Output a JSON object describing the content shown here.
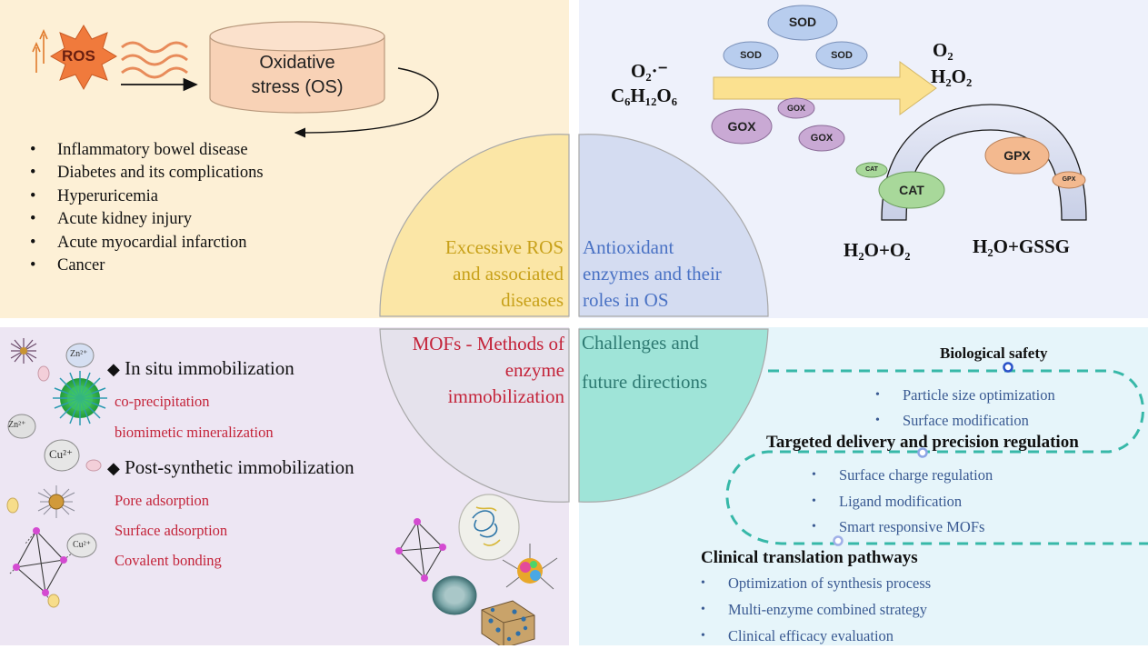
{
  "top_left": {
    "ros_label": "ROS",
    "os_label_line1": "Oxidative",
    "os_label_line2": "stress (OS)",
    "diseases": [
      "Inflammatory bowel disease",
      "Diabetes and its complications",
      "Hyperuricemia",
      "Acute kidney injury",
      "Acute myocardial infarction",
      "Cancer"
    ]
  },
  "top_right": {
    "reactants_line1": "O₂·⁻",
    "reactants_line2": "C₆H₁₂O₆",
    "products_line1": "O₂",
    "products_line2": "H₂O₂",
    "product_cat": "H₂O+O₂",
    "product_gpx": "H₂O+GSSG",
    "enzymes": {
      "sod": "SOD",
      "gox": "GOX",
      "cat": "CAT",
      "gpx": "GPX"
    }
  },
  "center": {
    "q_tl_lines": [
      "Excessive ROS",
      "and associated",
      "diseases"
    ],
    "q_tr_lines": [
      "Antioxidant",
      "enzymes and their",
      "roles in OS"
    ],
    "q_bl_lines": [
      "MOFs - Methods of",
      "enzyme",
      "immobilization"
    ],
    "q_br_lines": [
      "Challenges and",
      "future directions"
    ]
  },
  "bottom_left": {
    "insitu_title": "In situ immobilization",
    "insitu_items": [
      "co-precipitation",
      "biomimetic mineralization"
    ],
    "post_title": "Post-synthetic immobilization",
    "post_items": [
      "Pore adsorption",
      "Surface adsorption",
      "Covalent bonding"
    ],
    "ions": [
      "Zn²⁺",
      "Zn²⁺",
      "Cu²⁺",
      "Cu²⁺"
    ]
  },
  "bottom_right": {
    "safety_title": "Biological safety",
    "safety_items": [
      "Particle size optimization",
      "Surface modification"
    ],
    "targeted_title": "Targeted delivery and precision regulation",
    "targeted_items": [
      "Surface charge regulation",
      "Ligand modification",
      "Smart responsive MOFs"
    ],
    "clinical_title": "Clinical translation pathways",
    "clinical_items": [
      "Optimization of synthesis process",
      "Multi-enzyme combined strategy",
      "Clinical efficacy evaluation"
    ]
  },
  "colors": {
    "q_tl_fill": "#fbe6a6",
    "q_tr_fill": "#d4dcf1",
    "q_bl_fill": "#e5e2ec",
    "q_br_fill": "#9fe4d8",
    "q_tl_text": "#c8a11a",
    "q_tr_text": "#4a72c4",
    "q_bl_text": "#c4243a",
    "q_br_text": "#2e7a72",
    "dash_teal": "#37b8a8"
  }
}
